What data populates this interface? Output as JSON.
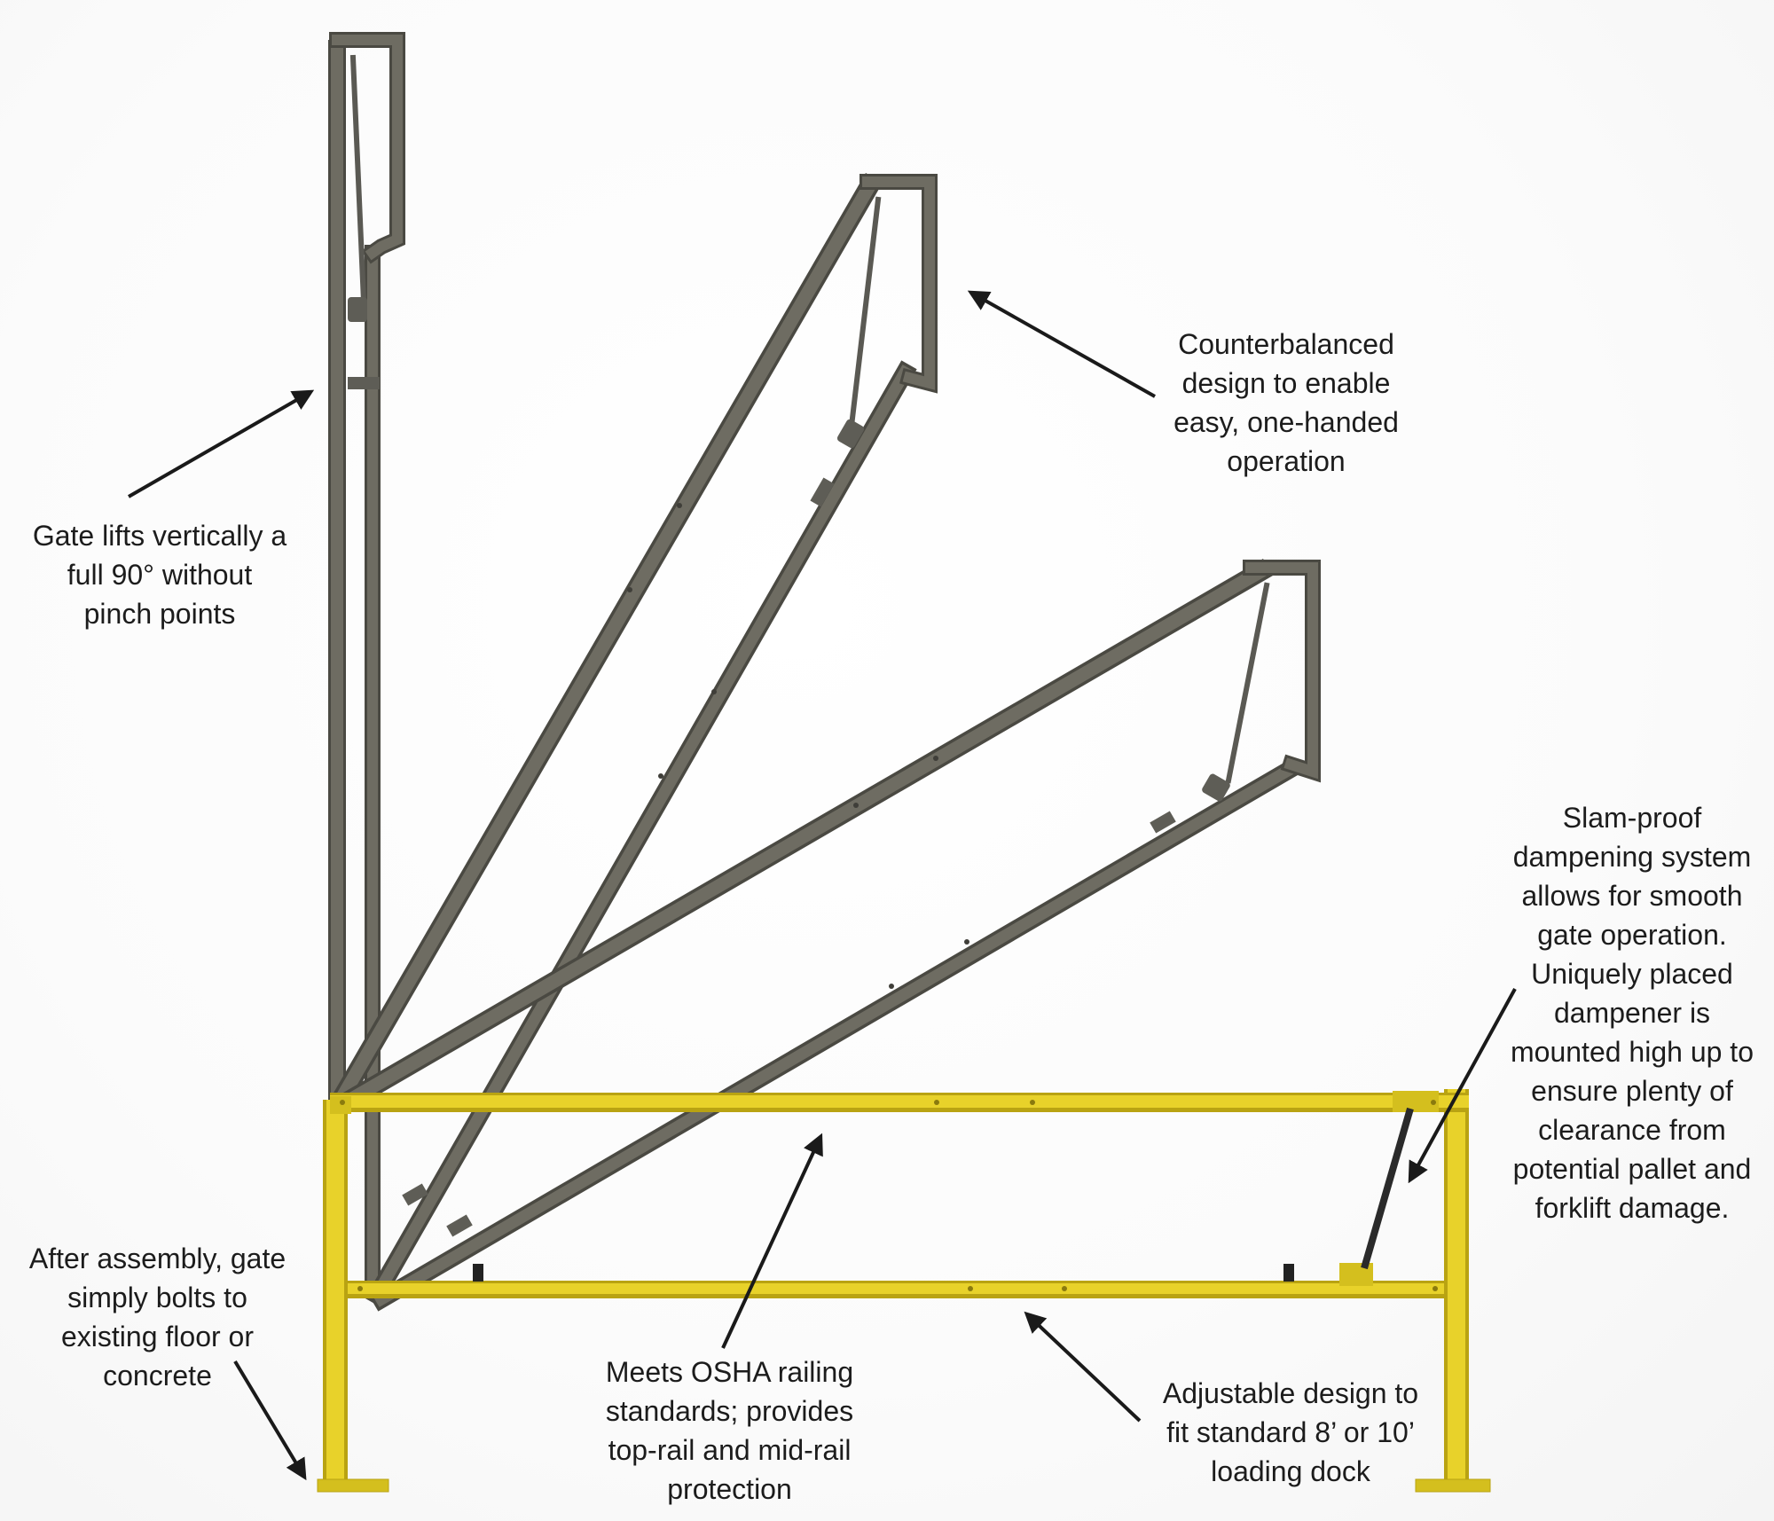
{
  "callouts": {
    "vertical_lift": [
      "Gate lifts vertically a",
      "full 90° without",
      "pinch points"
    ],
    "counterbalanced": [
      "Counterbalanced",
      "design to enable",
      "easy, one-handed",
      "operation"
    ],
    "slam_proof": [
      "Slam-proof",
      "dampening system",
      "allows for smooth",
      "gate operation.",
      "Uniquely placed",
      "dampener is",
      "mounted high up to",
      "ensure plenty of",
      "clearance from",
      "potential pallet and",
      "forklift damage."
    ],
    "bolts_to_floor": [
      "After assembly, gate",
      "simply bolts to",
      "existing floor or",
      "concrete"
    ],
    "osha": [
      "Meets OSHA railing",
      "standards; provides",
      "top-rail and mid-rail",
      "protection"
    ],
    "adjustable": [
      "Adjustable design to",
      "fit standard 8’ or 10’",
      "loading dock"
    ]
  },
  "colors": {
    "gate_steel": "#6e6c62",
    "gate_steel_dark": "#4a4942",
    "railing_yellow": "#e8d22a",
    "railing_yellow_dark": "#b9a312",
    "arrow": "#1a1a1a",
    "text": "#1c1c1c"
  }
}
